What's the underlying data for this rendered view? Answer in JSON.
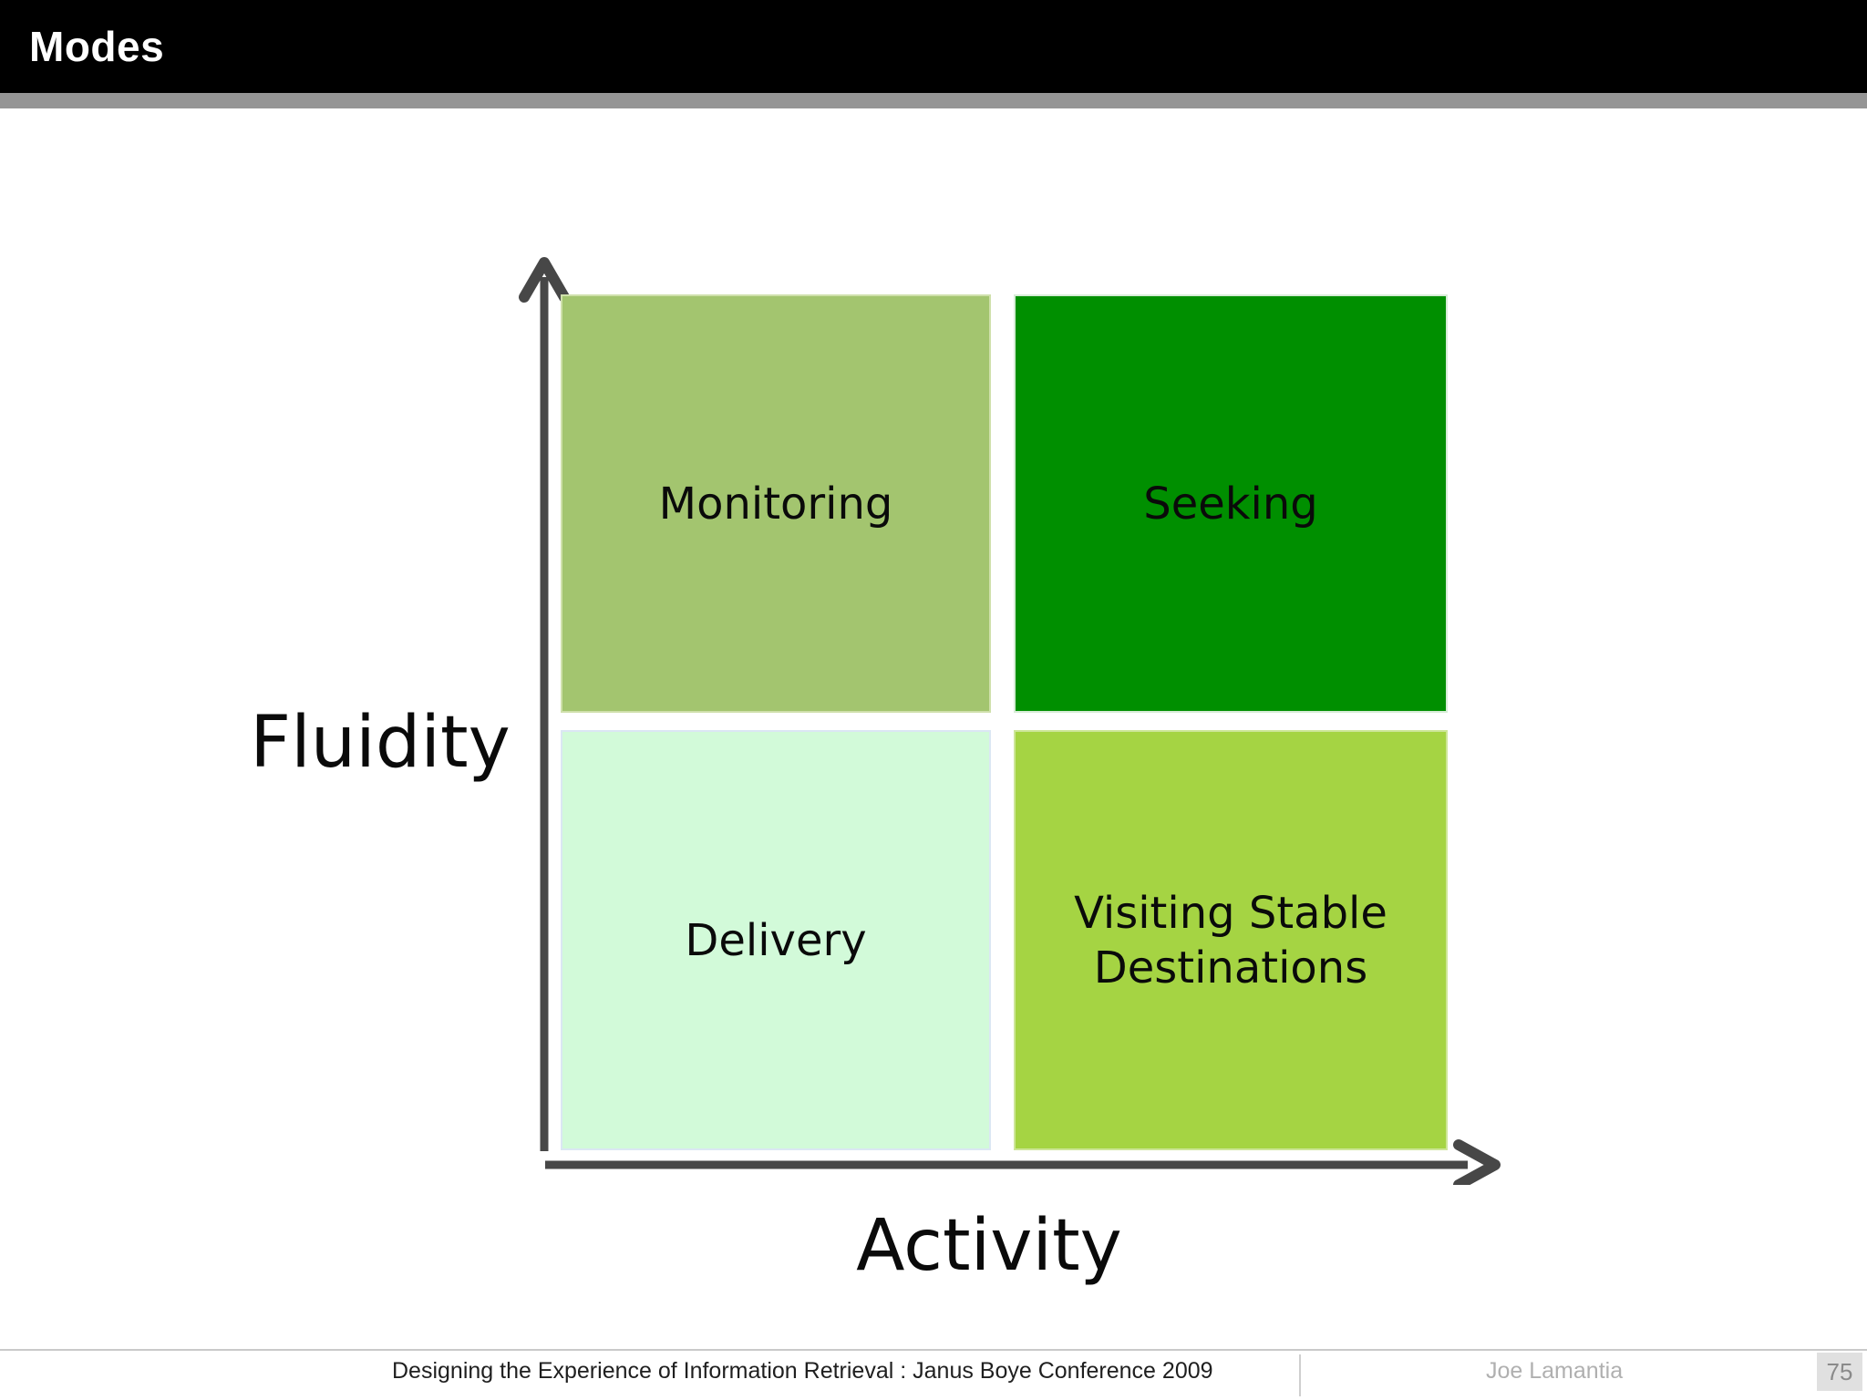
{
  "header": {
    "title": "Modes",
    "bar_color": "#000000",
    "title_color": "#ffffff",
    "stripe_color": "#959595"
  },
  "diagram": {
    "x_axis_label": "Activity",
    "y_axis_label": "Fluidity",
    "axis_color": "#474747",
    "quadrants": [
      {
        "label": "Monitoring",
        "position": "top-left",
        "color": "#a3c56f",
        "border_color": "#cfe0ab"
      },
      {
        "label": "Seeking",
        "position": "top-right",
        "color": "#008f00",
        "border_color": "#d6ecd6"
      },
      {
        "label": "Delivery",
        "position": "bottom-left",
        "color": "#d2fad9",
        "border_color": "#dbe7f3"
      },
      {
        "label": "Visiting Stable Destinations",
        "position": "bottom-right",
        "color": "#a5d443",
        "border_color": "#cde698"
      }
    ]
  },
  "footer": {
    "left_text": "Designing the Experience of Information Retrieval : Janus Boye Conference 2009",
    "author": "Joe Lamantia",
    "page_number": "75",
    "page_number_bg": "#e0e0e0",
    "page_number_color": "#8a8a8a"
  }
}
